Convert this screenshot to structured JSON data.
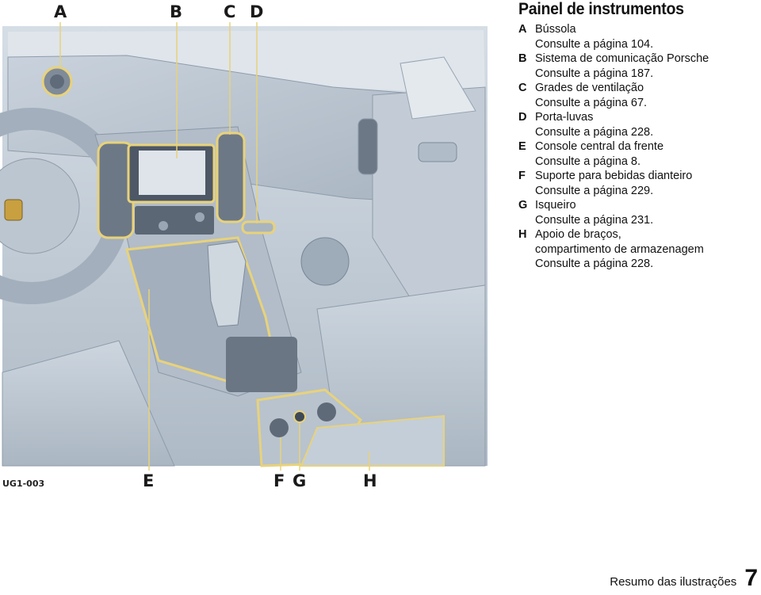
{
  "legend": {
    "title": "Painel de instrumentos",
    "items": [
      {
        "letter": "A",
        "lines": [
          "Bússola",
          "Consulte a página 104."
        ]
      },
      {
        "letter": "B",
        "lines": [
          "Sistema de comunicação Porsche",
          "Consulte a página 187."
        ]
      },
      {
        "letter": "C",
        "lines": [
          "Grades de ventilação",
          "Consulte a página 67."
        ]
      },
      {
        "letter": "D",
        "lines": [
          "Porta-luvas",
          "Consulte a página 228."
        ]
      },
      {
        "letter": "E",
        "lines": [
          "Console central da frente",
          "Consulte a página 8."
        ]
      },
      {
        "letter": "F",
        "lines": [
          "Suporte para bebidas dianteiro",
          "Consulte a página 229."
        ]
      },
      {
        "letter": "G",
        "lines": [
          "Isqueiro",
          "Consulte a página 231."
        ]
      },
      {
        "letter": "H",
        "lines": [
          "Apoio de braços,",
          "compartimento de armazenagem",
          "Consulte a página 228."
        ]
      }
    ]
  },
  "figure": {
    "code": "UG1-003",
    "callouts": {
      "A": "A",
      "B": "B",
      "C": "C",
      "D": "D",
      "E": "E",
      "F": "F",
      "G": "G",
      "H": "H"
    }
  },
  "footer": {
    "section": "Resumo das ilustrações",
    "page": "7"
  },
  "colors": {
    "highlight": "#e8d27a",
    "interior": "#b7c3cf"
  }
}
